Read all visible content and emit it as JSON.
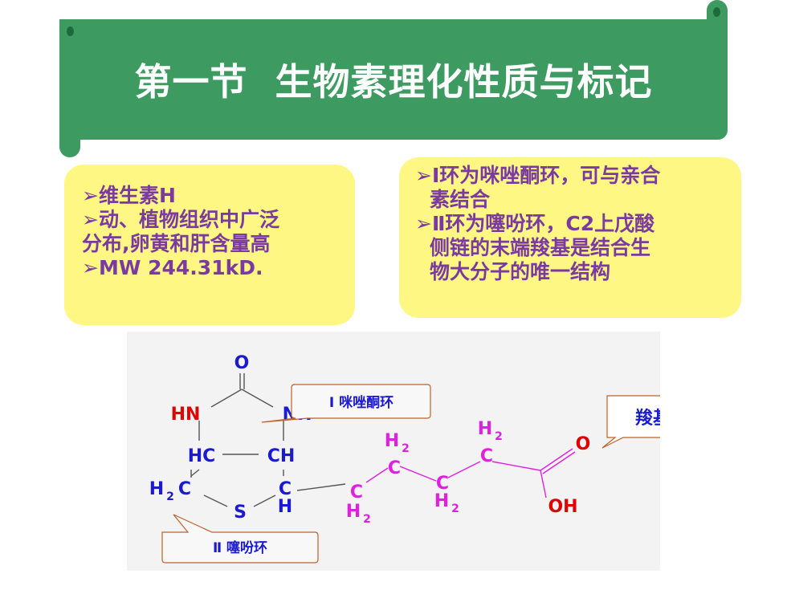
{
  "header": {
    "title": "第一节  生物素理化性质与标记"
  },
  "left_box": {
    "items": [
      "维生素H",
      "动、植物组织中广泛",
      "分布,卵黄和肝含量高",
      "MW 244.31kD."
    ]
  },
  "right_box": {
    "items": [
      "I环为咪唑酮环，可与亲合",
      "素结合",
      "Ⅱ环为噻吩环，C2上戊酸",
      "侧链的末端羧基是结合生",
      "物大分子的唯一结构"
    ]
  },
  "structure": {
    "callout_imidazolone": "I 咪唑酮环",
    "callout_thiophene": "Ⅱ  噻吩环",
    "callout_carboxyl": "羧基",
    "atoms": {
      "o_top": "O",
      "hn": "HN",
      "nh": "NH",
      "hc_left": "HC",
      "ch_right": "CH",
      "h2c": "H",
      "h2c_sub": "2",
      "h2c_c": "C",
      "s": "S",
      "c_ring": "C",
      "h_ring": "H",
      "chain_c1": "C",
      "chain_c1_h": "H",
      "chain_c1_sub": "2",
      "chain_c2": "C",
      "chain_c2_h": "H",
      "chain_c2_sub": "2",
      "chain_c3": "C",
      "chain_c3_h": "H",
      "chain_c3_sub": "2",
      "chain_c4": "C",
      "chain_c4_h": "H",
      "chain_c4_sub": "2",
      "o_carbonyl": "O",
      "oh": "OH"
    },
    "colors": {
      "blue": "#1a1ad0",
      "red": "#e00000",
      "magenta": "#e020e0",
      "callout_text": "#1a1ad0",
      "callout_border": "#c0602a"
    }
  }
}
